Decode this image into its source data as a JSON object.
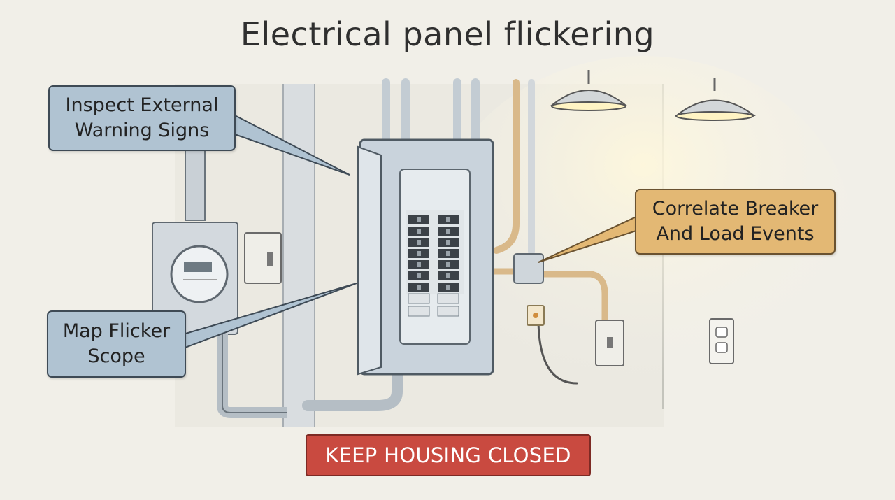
{
  "title": "Electrical panel flickering",
  "callouts": {
    "inspect": [
      "Inspect External",
      "Warning Signs"
    ],
    "correlate": [
      "Correlate Breaker",
      "And Load Events"
    ],
    "map": [
      "Map Flicker",
      "Scope"
    ]
  },
  "warning": "KEEP HOUSING CLOSED",
  "colors": {
    "background": "#f1efe8",
    "callout_blue": "#b0c3d2",
    "callout_tan": "#e3b874",
    "warning_red": "#c94a40",
    "panel_steel": "#c9d3dc",
    "breaker_dark": "#3c4248"
  }
}
